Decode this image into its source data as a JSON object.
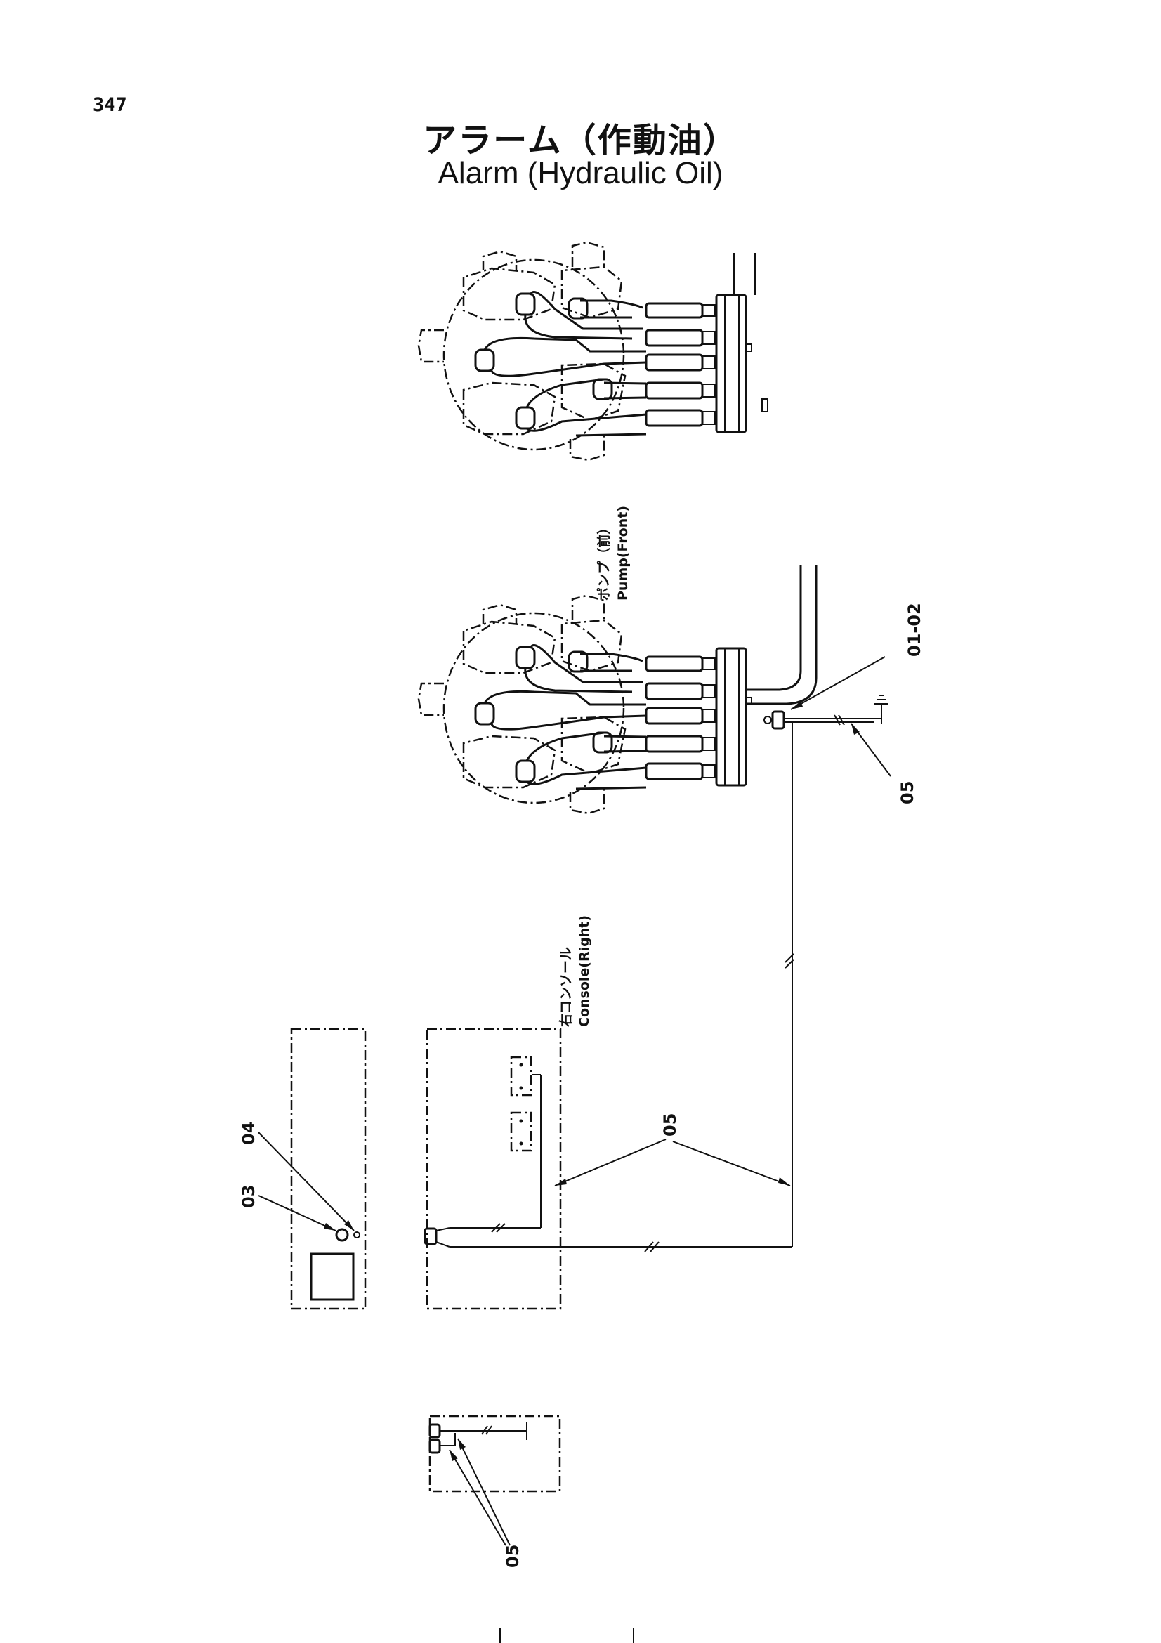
{
  "page": {
    "number": "347"
  },
  "title": {
    "japanese": "アラーム（作動油）",
    "english": "Alarm (Hydraulic Oil)"
  },
  "labels": {
    "pump_front_ja": "ポンプ（前）",
    "pump_front_en": "Pump(Front)",
    "console_right_ja": "右コンソール",
    "console_right_en": "Console(Right)",
    "part_01_02": "01-02",
    "part_05_pump": "05",
    "part_05_console": "05",
    "part_05_bottom": "05",
    "part_03": "03",
    "part_04": "04"
  }
}
